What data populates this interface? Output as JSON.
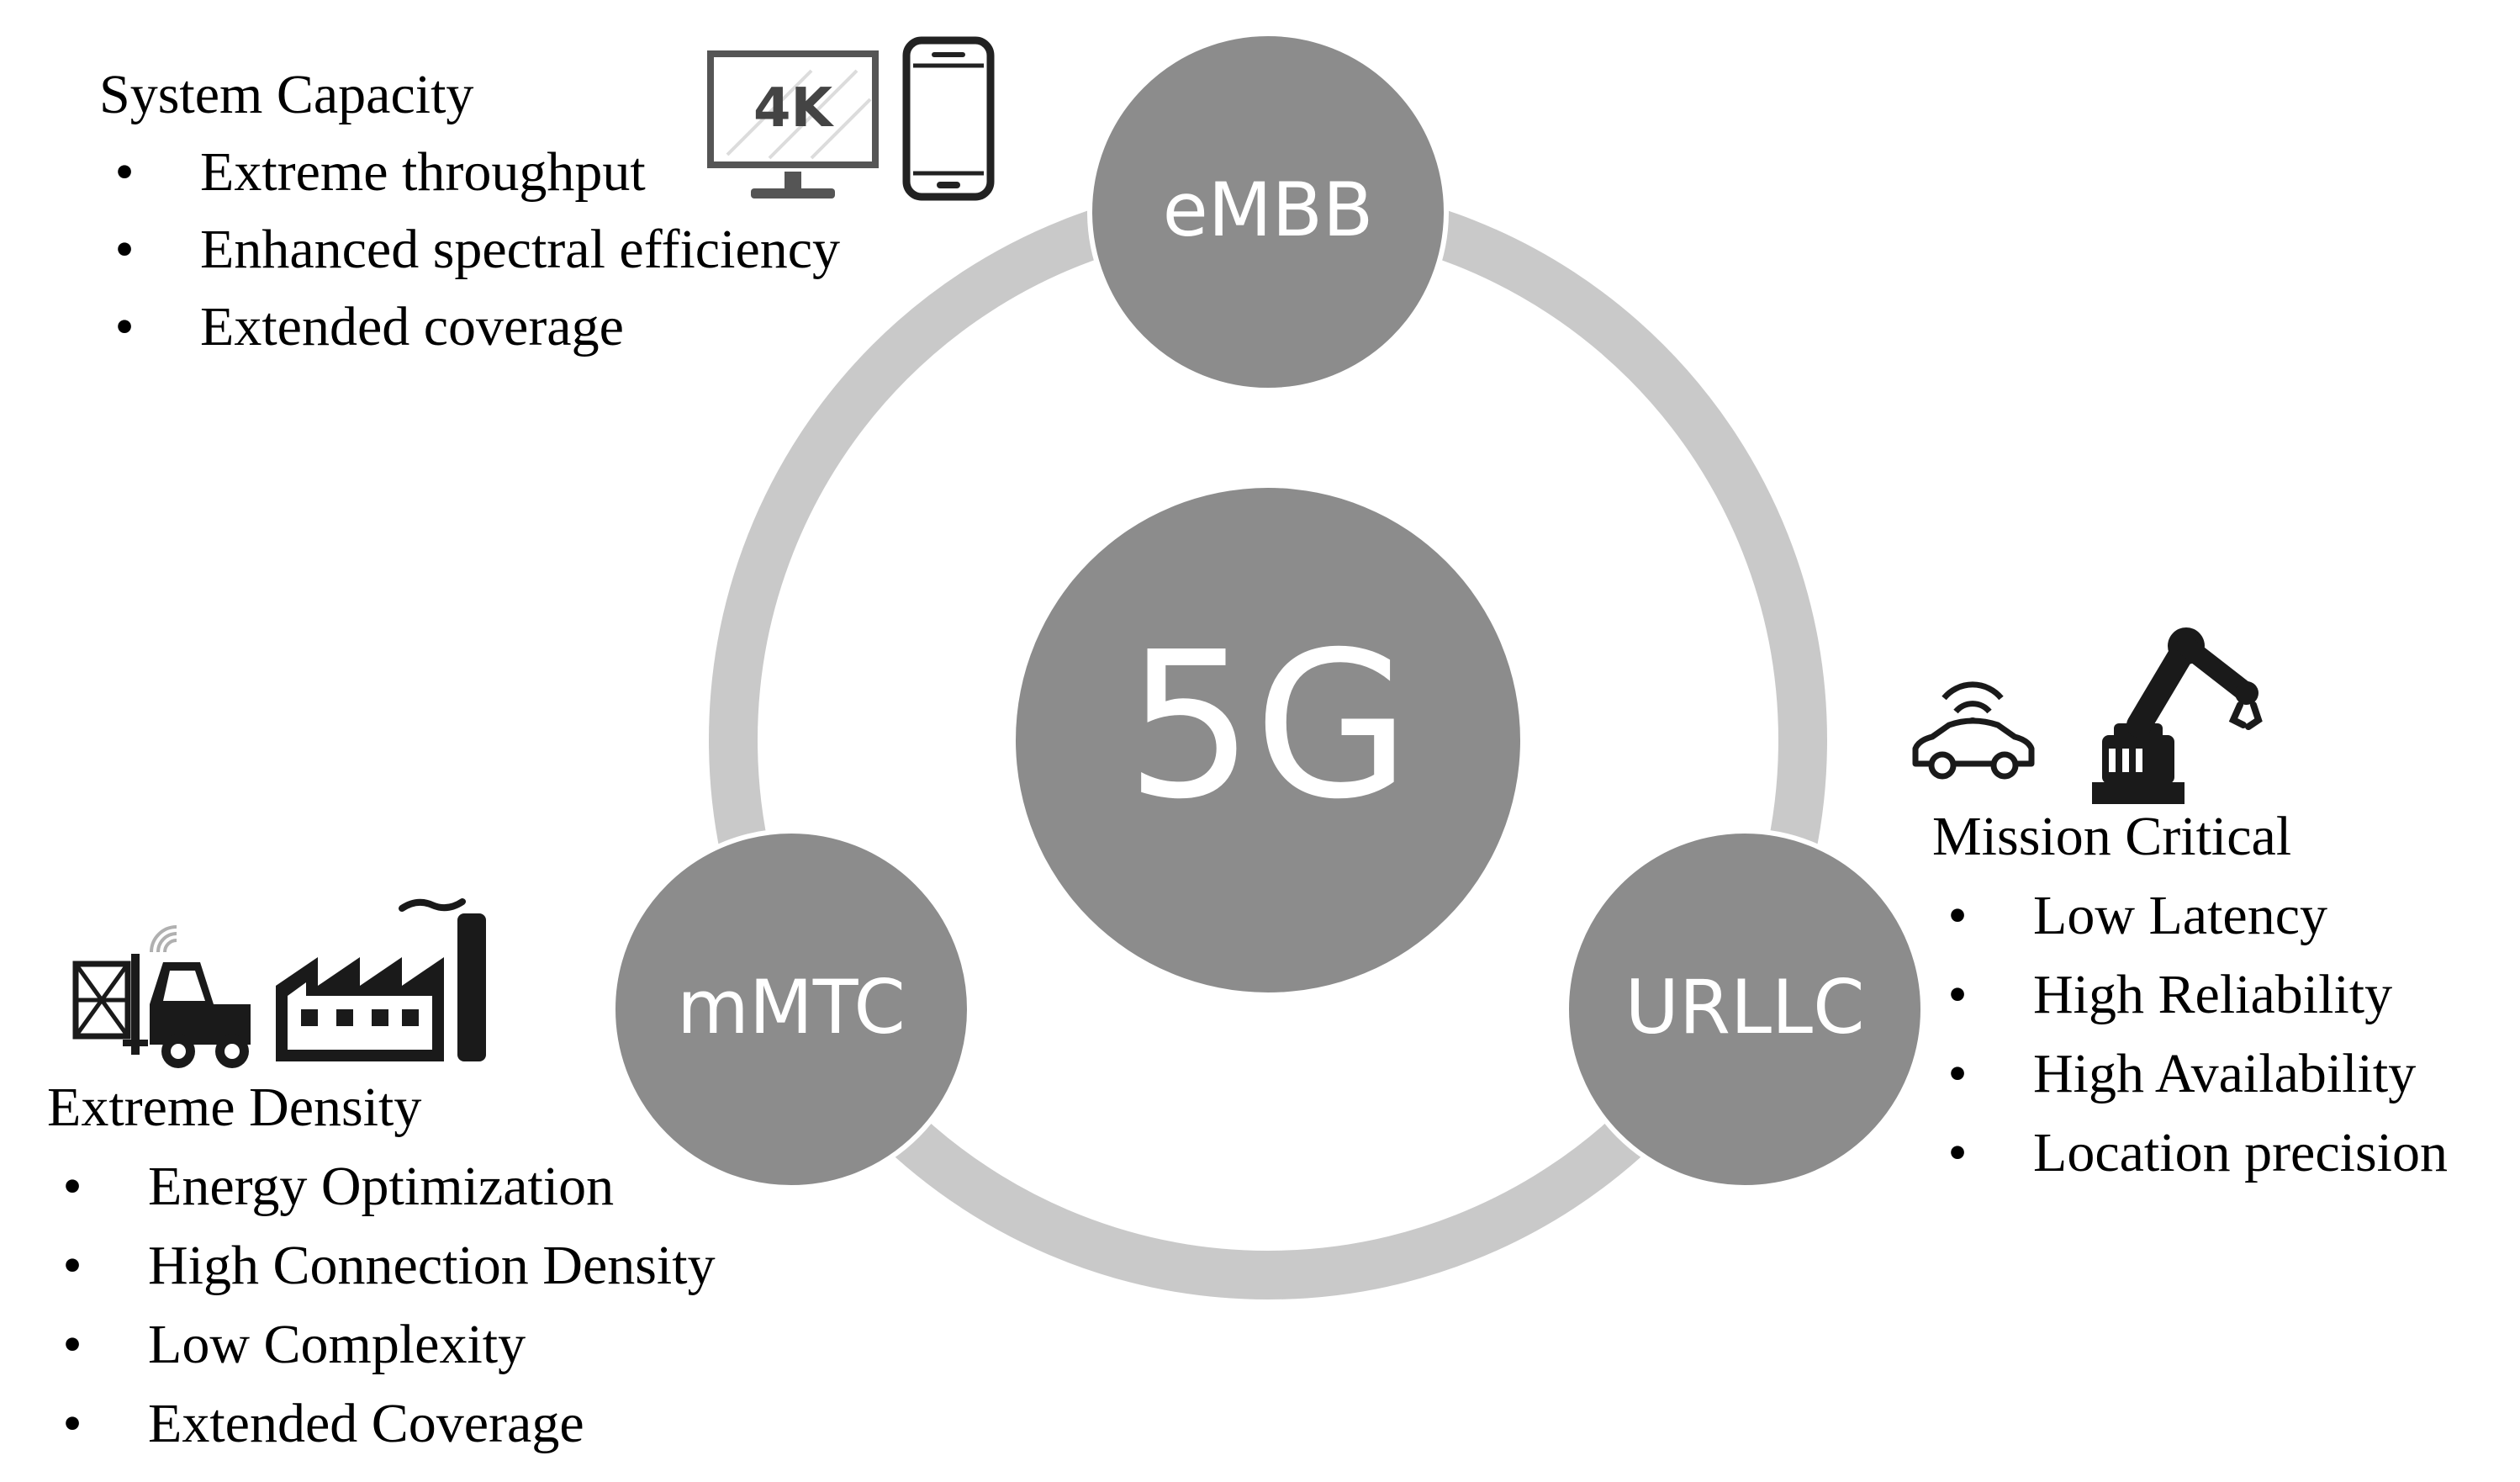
{
  "diagram": {
    "center_label": "5G",
    "nodes": {
      "embb": "eMBB",
      "urllc": "URLLC",
      "mmtc": "mMTC"
    }
  },
  "embb_block": {
    "heading": "System Capacity",
    "items": [
      "Extreme throughput",
      "Enhanced spectral efficiency",
      "Extended coverage"
    ],
    "icons": [
      "monitor-4k-icon",
      "smartphone-icon"
    ],
    "monitor_text": "4K"
  },
  "urllc_block": {
    "heading": "Mission Critical",
    "items": [
      "Low Latency",
      "High Reliability",
      "High Availability",
      "Location precision"
    ],
    "icons": [
      "connected-car-icon",
      "robot-arm-icon"
    ]
  },
  "mmtc_block": {
    "heading": "Extreme Density",
    "items": [
      "Energy Optimization",
      "High Connection Density",
      "Low Complexity",
      "Extended Coverage"
    ],
    "icons": [
      "forklift-icon",
      "factory-icon"
    ]
  },
  "bullet_char": "•",
  "colors": {
    "node_fill": "#8c8c8c",
    "ring": "#c9c9c9",
    "node_text": "#ffffff",
    "icon": "#1a1a1a"
  }
}
